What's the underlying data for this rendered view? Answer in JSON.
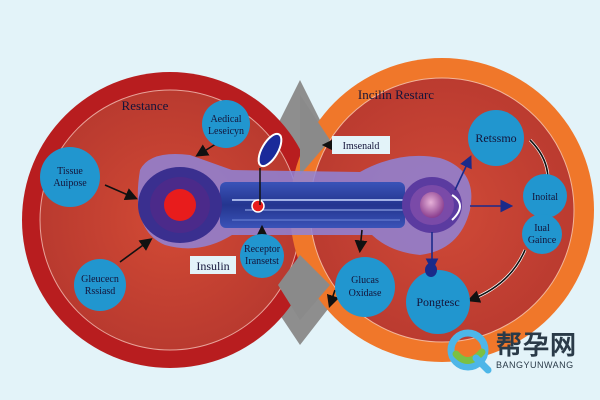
{
  "labels": {
    "resistance": "Restance",
    "insulin_resistance": "Incilin Restarc",
    "medical_leishon": [
      "Aedical",
      "Leseicyn"
    ],
    "insulin_sensitivity": "Imsenald",
    "tissue_adipose": [
      "Tissue",
      "Auipose"
    ],
    "glucose_released": [
      "Gleucecn",
      "Rssiasd"
    ],
    "insulin": "Insulin",
    "receptor_transport": [
      "Receptor",
      "Iransetst"
    ],
    "receptors": "Retssmo",
    "insulin_enzyme": [
      "Inoital"
    ],
    "insulin_glucose": [
      "Iual",
      "Gaince"
    ],
    "glucose_oxidase": [
      "Glucas",
      "Oxidase"
    ],
    "pancreas": "Pongtesc"
  },
  "watermark": {
    "cn": "帮孕网",
    "en": "BANGYUNWANG"
  },
  "colors": {
    "background": "#e3f3f9",
    "left_cell_outer": "#b81d1f",
    "left_cell_inner": "#c8402f",
    "right_cell_outer": "#f0772a",
    "right_cell_inner": "#c8402f",
    "channel": "#2b3f9c",
    "callout_fill": "#2196cf",
    "nucleus": "#e81c1c"
  }
}
